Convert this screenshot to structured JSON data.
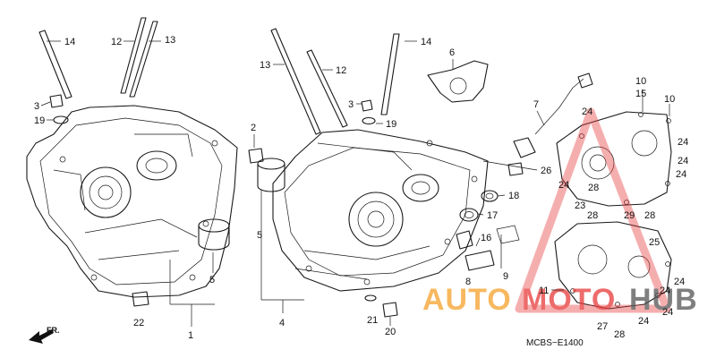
{
  "diagram_code": "MCBS−E1400",
  "front_label": "FR.",
  "watermark": {
    "text_a": "AUTO",
    "text_b": "MOTO",
    "text_c": "HUB",
    "color_orange": "#f5a12a",
    "color_red": "#e83a3a",
    "color_dark": "#555555"
  },
  "callouts": {
    "c1": "1",
    "c2": "2",
    "c3a": "3",
    "c3b": "3",
    "c4": "4",
    "c5a": "5",
    "c5b": "5",
    "c6": "6",
    "c7": "7",
    "c8": "8",
    "c9": "9",
    "c10a": "10",
    "c10b": "10",
    "c11": "11",
    "c12a": "12",
    "c12b": "12",
    "c13a": "13",
    "c13b": "13",
    "c14a": "14",
    "c14b": "14",
    "c15": "15",
    "c16": "16",
    "c17": "17",
    "c18": "18",
    "c19a": "19",
    "c19b": "19",
    "c20": "20",
    "c21": "21",
    "c22": "22",
    "c23": "23",
    "c24a": "24",
    "c24b": "24",
    "c24c": "24",
    "c24d": "24",
    "c24e": "24",
    "c24f": "24",
    "c24g": "24",
    "c24h": "24",
    "c24i": "24",
    "c25": "25",
    "c26": "26",
    "c27": "27",
    "c28a": "28",
    "c28b": "28",
    "c28c": "28",
    "c29": "29"
  }
}
